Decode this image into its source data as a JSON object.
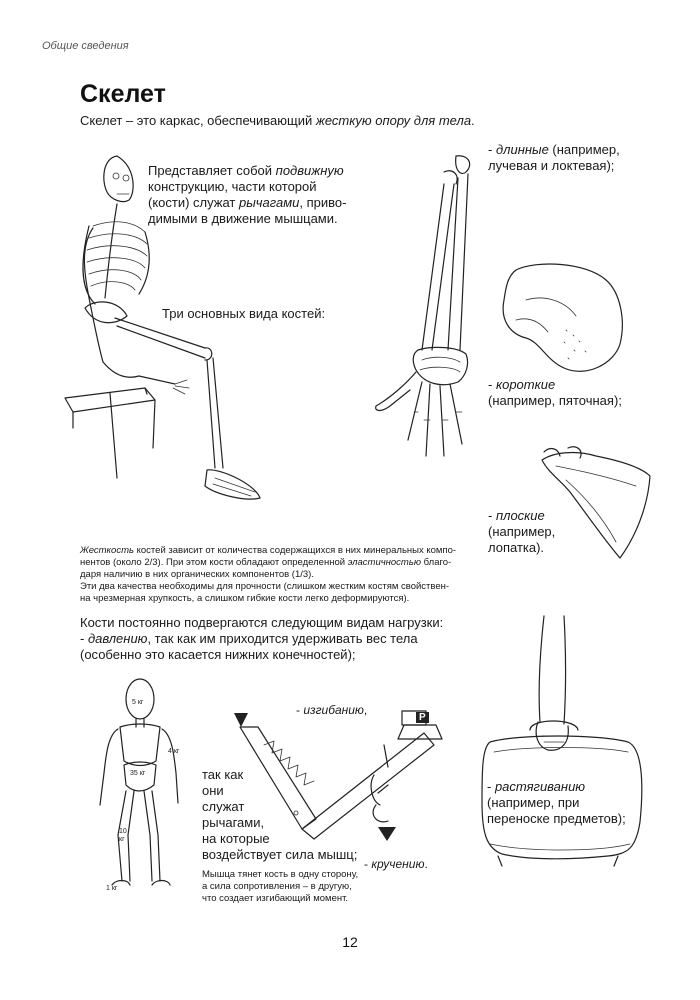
{
  "header": "Общие сведения",
  "title": "Скелет",
  "intro": {
    "prefix": "Скелет – это каркас, обеспечивающий ",
    "emph": "жесткую опору для тела",
    "suffix": "."
  },
  "desc": {
    "l1a": "Представляет собой ",
    "l1b": "подвижную",
    "l2": "конструкцию, части которой",
    "l3a": "(кости) служат ",
    "l3b": "рычагами",
    "l3c": ", приво-",
    "l4": "димыми в движение мышцами."
  },
  "three_types": "Три основных вида костей:",
  "long_bones": {
    "l1a": "- ",
    "l1b": "длинные",
    "l1c": " (например,",
    "l2": "лучевая и локтевая);"
  },
  "short_bones": {
    "l1a": "- ",
    "l1b": "короткие",
    "l2": "(например, пяточная);"
  },
  "flat_bones": {
    "l1a": "- ",
    "l1b": "плоские",
    "l2": "(например,",
    "l3": "лопатка)."
  },
  "stiffness": {
    "l1a": "Жесткость",
    "l1b": " костей зависит от количества содержащихся в них минеральных компо-",
    "l2a": "нентов (около 2/3). При этом кости обладают определенной ",
    "l2b": "эластичностью",
    "l2c": " благо-",
    "l3": "даря наличию в них органических компонентов (1/3).",
    "l4": "Эти два качества необходимы для прочности (слишком жестким костям свойствен-",
    "l5": "на чрезмерная хрупкость, а слишком гибкие кости легко деформируются)."
  },
  "loads": {
    "l1": "Кости постоянно подвергаются следующим видам нагрузки:",
    "l2a": "- ",
    "l2b": "давлению",
    "l2c": ", так как им приходится удерживать вес тела",
    "l3": "(особенно это касается нижних конечностей);"
  },
  "bending": {
    "label_a": "- ",
    "label_b": "изгибанию",
    "label_c": ","
  },
  "lever": [
    "так как",
    "они",
    "служат",
    "рычагами,",
    "на которые",
    "воздействует сила мышц;"
  ],
  "torsion": {
    "label_a": "- ",
    "label_b": "кручению",
    "label_c": "."
  },
  "moment": [
    "Мышца тянет кость в одну сторону,",
    "а сила сопротивления – в другую,",
    "что создает изгибающий момент."
  ],
  "tension": {
    "l1a": "- ",
    "l1b": "растягиванию",
    "l2": "(например, при",
    "l3": "переноске предметов);"
  },
  "mannequin": {
    "w_head": "5 кг",
    "w_arm": "4 кг",
    "w_torso": "35 кг",
    "w_leg_a": "10",
    "w_leg_b": "кг",
    "w_foot": "1 кг"
  },
  "weight_label": "P",
  "page_number": "12"
}
